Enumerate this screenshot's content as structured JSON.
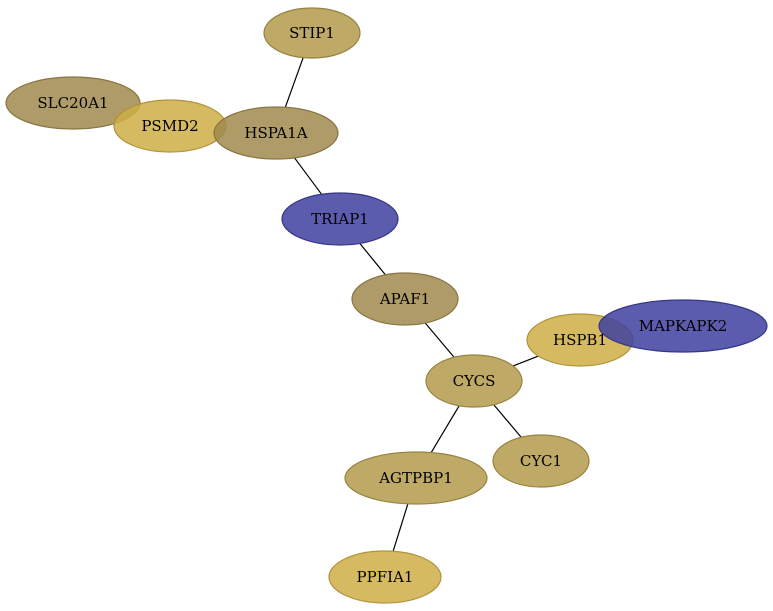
{
  "colors": {
    "tan": "#b39a4c",
    "olive_tan": "#a08a4e",
    "gold": "#cfae45",
    "blue": "#3f3fa0",
    "node_opacity": 0.85
  },
  "nodes": [
    {
      "id": "STIP1",
      "label": "STIP1",
      "color": "tan"
    },
    {
      "id": "SLC20A1",
      "label": "SLC20A1",
      "color": "olive_tan"
    },
    {
      "id": "PSMD2",
      "label": "PSMD2",
      "color": "gold"
    },
    {
      "id": "HSPA1A",
      "label": "HSPA1A",
      "color": "olive_tan"
    },
    {
      "id": "TRIAP1",
      "label": "TRIAP1",
      "color": "blue"
    },
    {
      "id": "APAF1",
      "label": "APAF1",
      "color": "olive_tan"
    },
    {
      "id": "HSPB1",
      "label": "HSPB1",
      "color": "gold"
    },
    {
      "id": "MAPKAPK2",
      "label": "MAPKAPK2",
      "color": "blue"
    },
    {
      "id": "CYCS",
      "label": "CYCS",
      "color": "tan"
    },
    {
      "id": "CYC1",
      "label": "CYC1",
      "color": "tan"
    },
    {
      "id": "AGTPBP1",
      "label": "AGTPBP1",
      "color": "tan"
    },
    {
      "id": "PPFIA1",
      "label": "PPFIA1",
      "color": "gold"
    }
  ],
  "edges": [
    {
      "source": "STIP1",
      "target": "HSPA1A"
    },
    {
      "source": "HSPA1A",
      "target": "TRIAP1"
    },
    {
      "source": "TRIAP1",
      "target": "APAF1"
    },
    {
      "source": "APAF1",
      "target": "CYCS"
    },
    {
      "source": "CYCS",
      "target": "HSPB1"
    },
    {
      "source": "CYCS",
      "target": "CYC1"
    },
    {
      "source": "CYCS",
      "target": "AGTPBP1"
    },
    {
      "source": "AGTPBP1",
      "target": "PPFIA1"
    }
  ]
}
